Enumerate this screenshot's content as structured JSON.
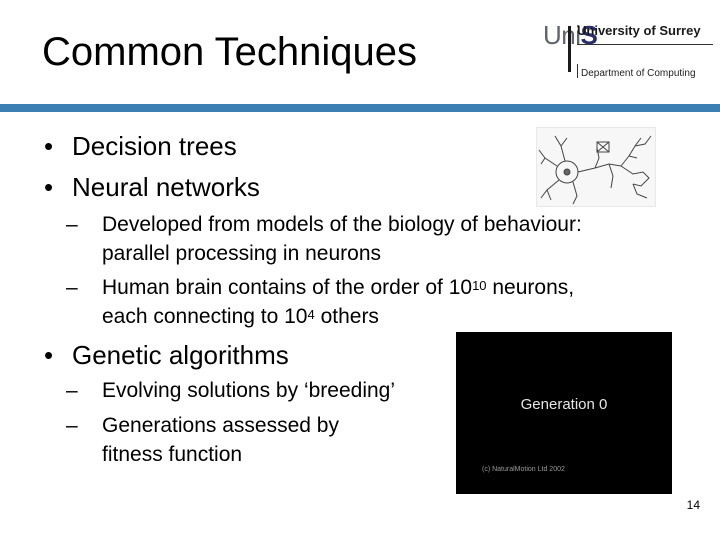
{
  "slide": {
    "title": "Common Techniques",
    "page_number": "14"
  },
  "logo": {
    "unis_prefix": "Uni",
    "unis_suffix": "S",
    "university": "University of Surrey",
    "department": "Department of Computing"
  },
  "bullets": {
    "decision_trees": "Decision trees",
    "neural_networks": "Neural networks",
    "nn_sub1_line1": "Developed from models of the biology of behaviour:",
    "nn_sub1_line2": "parallel processing in neurons",
    "nn_sub2_line1_pre": "Human brain contains of the order of 10",
    "nn_sub2_line1_sup": "10",
    "nn_sub2_line1_post": " neurons,",
    "nn_sub2_line2_pre": "each connecting to 10",
    "nn_sub2_line2_sup": "4",
    "nn_sub2_line2_post": " others",
    "genetic_algorithms": "Genetic algorithms",
    "ga_sub1": "Evolving solutions by ‘breeding’",
    "ga_sub2_line1": "Generations assessed by",
    "ga_sub2_line2": "fitness function",
    "bullet_symbol": "•",
    "dash_symbol": "–"
  },
  "video": {
    "caption": "Generation 0",
    "copyright": "(c) NaturalMotion Ltd 2002"
  },
  "colors": {
    "accent_rule": "#3b7fb3",
    "logo_navy": "#2a2f6b"
  }
}
